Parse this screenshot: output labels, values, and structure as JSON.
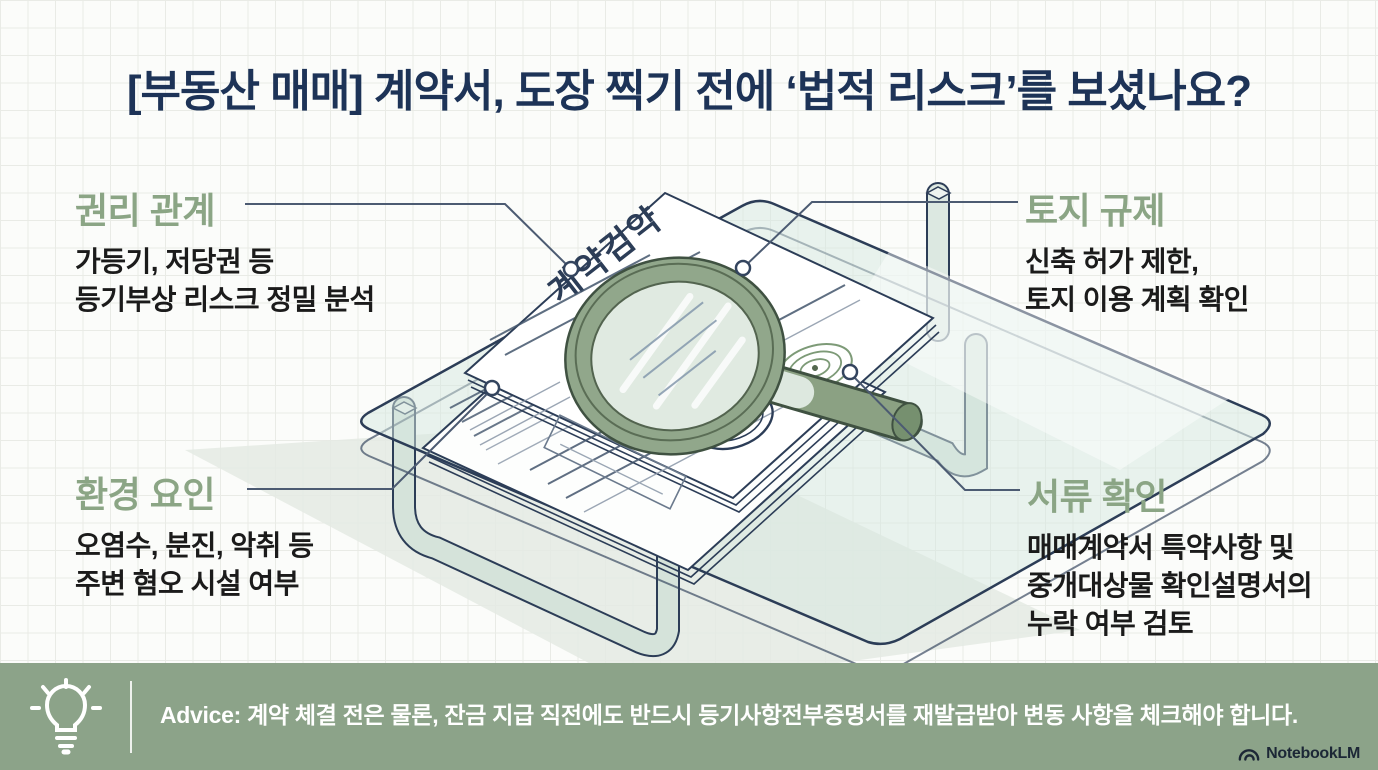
{
  "title": "[부동산 매매] 계약서, 도장 찍기 전에 ‘법적 리스크’를 보셨나요?",
  "callouts": [
    {
      "id": "rights",
      "label": "권리 관계",
      "lines": [
        "가등기, 저당권 등",
        "등기부상 리스크 정밀 분석"
      ]
    },
    {
      "id": "land",
      "label": "토지 규제",
      "lines": [
        "신축 허가 제한,",
        "토지 이용 계획 확인"
      ]
    },
    {
      "id": "environment",
      "label": "환경 요인",
      "lines": [
        "오염수, 분진, 악취 등",
        "주변 혐오 시설 여부"
      ]
    },
    {
      "id": "documents",
      "label": "서류 확인",
      "lines": [
        "매매계약서 특약사항 및",
        "중개대상물 확인설명서의",
        "누락 여부 검토"
      ]
    }
  ],
  "illustration": {
    "document_title": "계약검약",
    "elements": [
      "glass-table",
      "contract-papers",
      "magnifying-glass",
      "round-seal-stamp",
      "spiral-seal-stamp"
    ]
  },
  "advice": {
    "text": "Advice: 계약 체결 전은 물론, 잔금 지급 직전에도 반드시 등기사항전부증명서를 재발급받아 변동 사항을 체크해야 합니다.",
    "icon": "lightbulb-icon"
  },
  "branding": {
    "logo_text": "NotebookLM"
  },
  "colors": {
    "title_navy": "#1d3357",
    "heading_green": "#8ba585",
    "body_text": "#1b1b1b",
    "outline_navy": "#2c3d57",
    "bar_green": "#8ca389",
    "magnifier_green": "#91a78b",
    "glass_tint": "#d6e7df",
    "grid_line": "#e9ebe6",
    "background": "#fbfcfa"
  }
}
